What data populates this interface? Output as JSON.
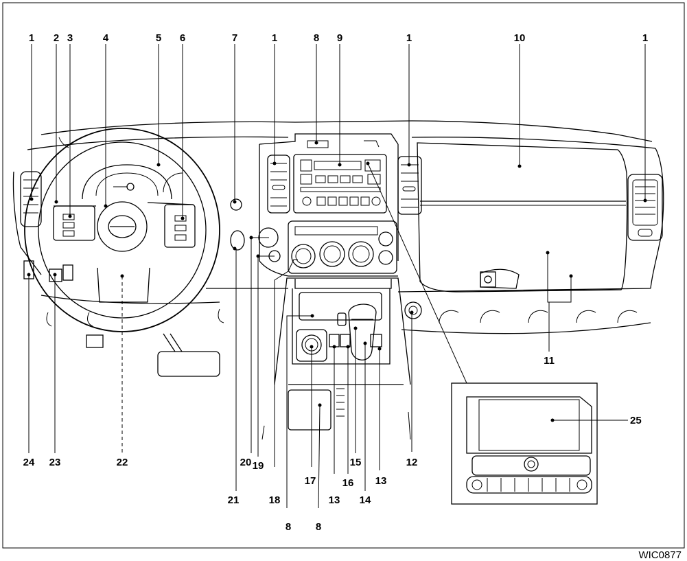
{
  "figure_code": "WIC0877",
  "callouts": [
    {
      "id": "c1a",
      "label": "1"
    },
    {
      "id": "c2",
      "label": "2"
    },
    {
      "id": "c3",
      "label": "3"
    },
    {
      "id": "c4",
      "label": "4"
    },
    {
      "id": "c5",
      "label": "5"
    },
    {
      "id": "c6",
      "label": "6"
    },
    {
      "id": "c7",
      "label": "7"
    },
    {
      "id": "c1b",
      "label": "1"
    },
    {
      "id": "c8a",
      "label": "8"
    },
    {
      "id": "c9",
      "label": "9"
    },
    {
      "id": "c1c",
      "label": "1"
    },
    {
      "id": "c10",
      "label": "10"
    },
    {
      "id": "c1d",
      "label": "1"
    },
    {
      "id": "c11",
      "label": "11"
    },
    {
      "id": "c25",
      "label": "25"
    },
    {
      "id": "c24",
      "label": "24"
    },
    {
      "id": "c23",
      "label": "23"
    },
    {
      "id": "c22",
      "label": "22"
    },
    {
      "id": "c20",
      "label": "20"
    },
    {
      "id": "c19",
      "label": "19"
    },
    {
      "id": "c21",
      "label": "21"
    },
    {
      "id": "c18",
      "label": "18"
    },
    {
      "id": "c8b",
      "label": "8"
    },
    {
      "id": "c8c",
      "label": "8"
    },
    {
      "id": "c17",
      "label": "17"
    },
    {
      "id": "c13a",
      "label": "13"
    },
    {
      "id": "c16",
      "label": "16"
    },
    {
      "id": "c15",
      "label": "15"
    },
    {
      "id": "c14",
      "label": "14"
    },
    {
      "id": "c13b",
      "label": "13"
    },
    {
      "id": "c12",
      "label": "12"
    }
  ]
}
